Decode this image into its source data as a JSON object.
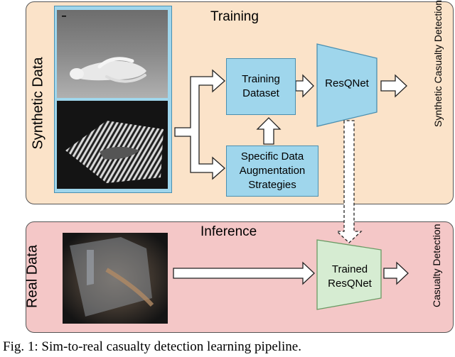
{
  "training": {
    "title": "Training",
    "side_label": "Synthetic Data",
    "dataset_box": "Training Dataset",
    "augment_box": "Specific Data Augmentation Strategies",
    "network": "ResQNet",
    "output": "Synthetic Casualty Detection"
  },
  "inference": {
    "title": "Inference",
    "side_label": "Real Data",
    "network": "Trained ResQNet",
    "output": "Casualty Detection"
  },
  "caption": "Fig. 1: Sim-to-real casualty detection learning pipeline.",
  "colors": {
    "training_bg": "#fbe3c9",
    "inference_bg": "#f4c7c7",
    "box_blue": "#9fd6ec",
    "trained_green": "#d6ecd2"
  }
}
